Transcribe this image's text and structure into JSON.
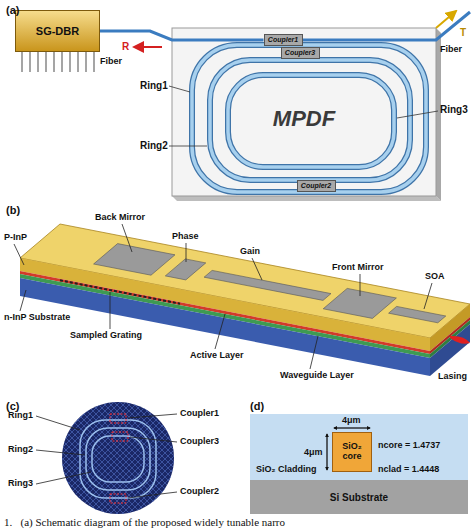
{
  "diagram": {
    "caption": "1.   (a) Schematic diagram of the proposed widely tunable narro",
    "nodes": [
      {
        "text": [
          "SG-DBR"
        ]
      },
      {
        "text": [
          "MPDF"
        ]
      },
      {
        "text": [
          "Coupler1"
        ],
        "in": 1
      },
      {
        "text": [
          "Coupler3"
        ],
        "in": 1
      },
      {
        "text": [
          "Coupler2"
        ],
        "in": 1
      },
      {
        "text": [
          "SiO₂ Cladding",
          "nclad = 1.4448"
        ]
      },
      {
        "text": [
          "SiO₂ core"
        ],
        "in": 5
      },
      {
        "text": [
          "Si Substrate"
        ]
      }
    ],
    "edges": [
      {
        "from": 0,
        "to": 2,
        "arrow": "none"
      }
    ],
    "labels": [
      "(a)",
      "R",
      "Fiber",
      "T",
      "Fiber",
      "Ring1",
      "Ring2",
      "Ring3",
      "(b)",
      "Back Mirror",
      "Phase",
      "Gain",
      "Front Mirror",
      "SOA",
      "P-InP",
      "n-InP Substrate",
      "Sampled Grating",
      "Active Layer",
      "Waveguide Layer",
      "Lasing",
      "(c)",
      "Ring1",
      "Ring2",
      "Ring3",
      "Coupler1",
      "Coupler3",
      "Coupler2",
      "(d)",
      "4μm",
      "4μm",
      "ncore = 1.4737"
    ]
  }
}
